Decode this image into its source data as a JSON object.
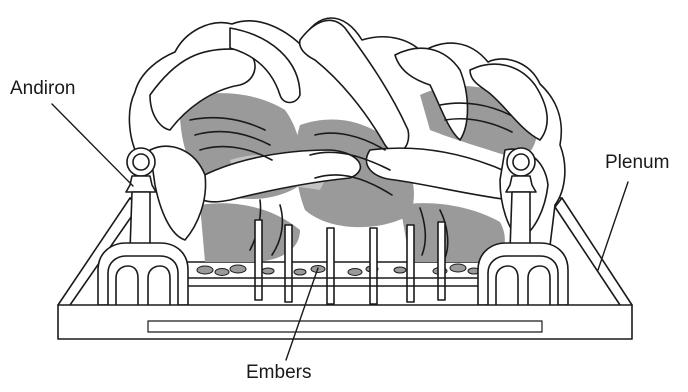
{
  "labels": {
    "andiron": "Andiron",
    "plenum": "Plenum",
    "embers": "Embers"
  },
  "colors": {
    "line": "#1a1a1a",
    "shade": "#9a9a9a",
    "light_shade": "#c4c4c4",
    "fill": "#ffffff"
  }
}
